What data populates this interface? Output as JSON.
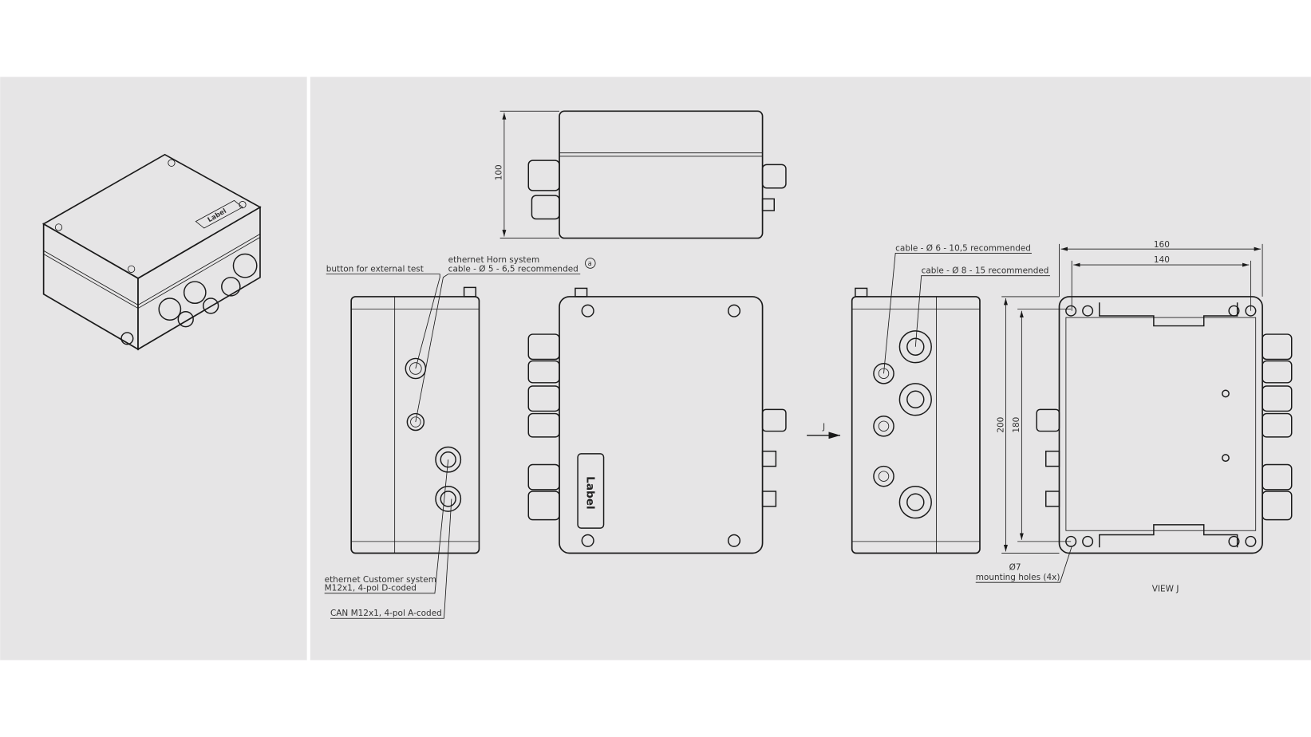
{
  "annotations": {
    "button_external_test": "button for external test",
    "ethernet_horn_line1": "ethernet Horn system",
    "ethernet_horn_line2": "cable - Ø 5 - 6,5 recommended",
    "detail_marker": "a",
    "ethernet_customer_line1": "ethernet Customer system",
    "ethernet_customer_line2": "M12x1, 4-pol D-coded",
    "can_connector": "CAN M12x1, 4-pol A-coded",
    "cable_small": "cable - Ø 6 - 10,5 recommended",
    "cable_large": "cable - Ø 8 - 15 recommended",
    "mounting_dia": "Ø7",
    "mounting_holes": "mounting holes (4x)",
    "view_label": "VIEW J",
    "view_arrow": "J",
    "box_label": "Label"
  },
  "dimensions": {
    "height": "100",
    "outer_width": "160",
    "hole_width": "140",
    "outer_height": "200",
    "hole_height": "180"
  },
  "colors": {
    "panel": "#e6e5e6",
    "line": "#1a1a1a",
    "background": "#ffffff"
  }
}
